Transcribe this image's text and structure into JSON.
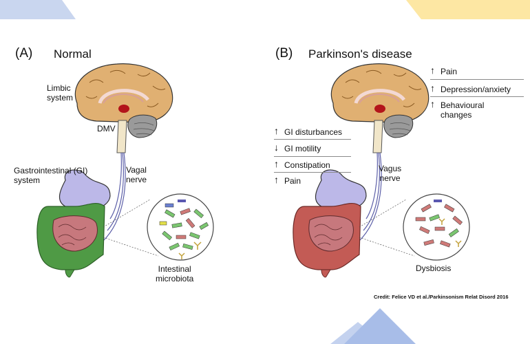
{
  "colors": {
    "banner_blue": "#c9d6ef",
    "banner_yellow": "#fde7a3",
    "tri_blue": "#a8bde8",
    "brain_tan": "#e0b072",
    "brain_red": "#b3141a",
    "cerebellum": "#9a9a9a",
    "stomach": "#bcb8e8",
    "gut_normal": "#4f9a45",
    "gut_pd": "#c35b55",
    "nerve": "#5c5fa8"
  },
  "panelA": {
    "letter": "(A)",
    "title": "Normal",
    "limbic": [
      "Limbic",
      "system"
    ],
    "dmv": "DMV",
    "gi": [
      "Gastrointestinal (GI)",
      "system"
    ],
    "nerve": [
      "Vagal",
      "nerve"
    ],
    "micro": [
      "Intestinal",
      "microbiota"
    ]
  },
  "panelB": {
    "letter": "(B)",
    "title": "Parkinson's disease",
    "nerve": [
      "Vagus",
      "nerve"
    ],
    "dysbiosis": "Dysbiosis",
    "brain_list": [
      {
        "sym": "↑",
        "text": "Pain"
      },
      {
        "sym": "↑",
        "text": "Depression/anxiety"
      },
      {
        "sym": "↑",
        "text": "Behavioural",
        "text2": "changes"
      }
    ],
    "gi_list": [
      {
        "sym": "↑",
        "text": "GI disturbances"
      },
      {
        "sym": "↓",
        "text": "GI motility"
      },
      {
        "sym": "↑",
        "text": "Constipation"
      },
      {
        "sym": "↑",
        "text": "Pain"
      }
    ]
  },
  "credit": "Credit: Felice VD et al./Parkinsonism Relat Disord 2016"
}
